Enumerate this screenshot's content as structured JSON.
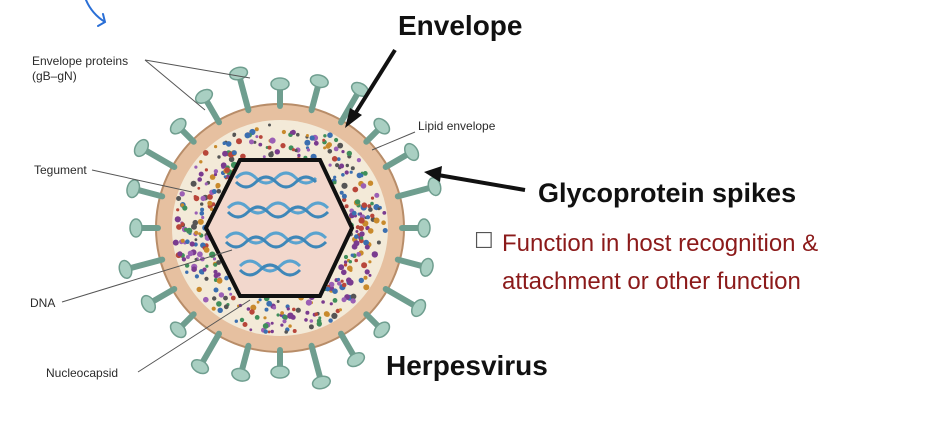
{
  "labels": {
    "envelope_proteins": "Envelope proteins",
    "envelope_proteins_sub": "(gB–gN)",
    "lipid_envelope": "Lipid envelope",
    "tegument": "Tegument",
    "dna": "DNA",
    "nucleocapsid": "Nucleocapsid"
  },
  "callouts": {
    "envelope": "Envelope",
    "glycoprotein_spikes": "Glycoprotein spikes",
    "herpesvirus": "Herpesvirus"
  },
  "bullet": {
    "marker": "☐",
    "line1": "Function in host recognition &",
    "line2": "attachment or other function"
  },
  "colors": {
    "envelope_ring": "#e6c0a0",
    "envelope_ring_edge": "#b88d69",
    "spike_fill": "#a9cfc2",
    "spike_stroke": "#6f9e8f",
    "capsid_fill": "#f2d7cc",
    "dna_color": "#5aa3cf",
    "callout_text": "#8b1a1a",
    "annotation_pen": "#2a6fd6"
  }
}
